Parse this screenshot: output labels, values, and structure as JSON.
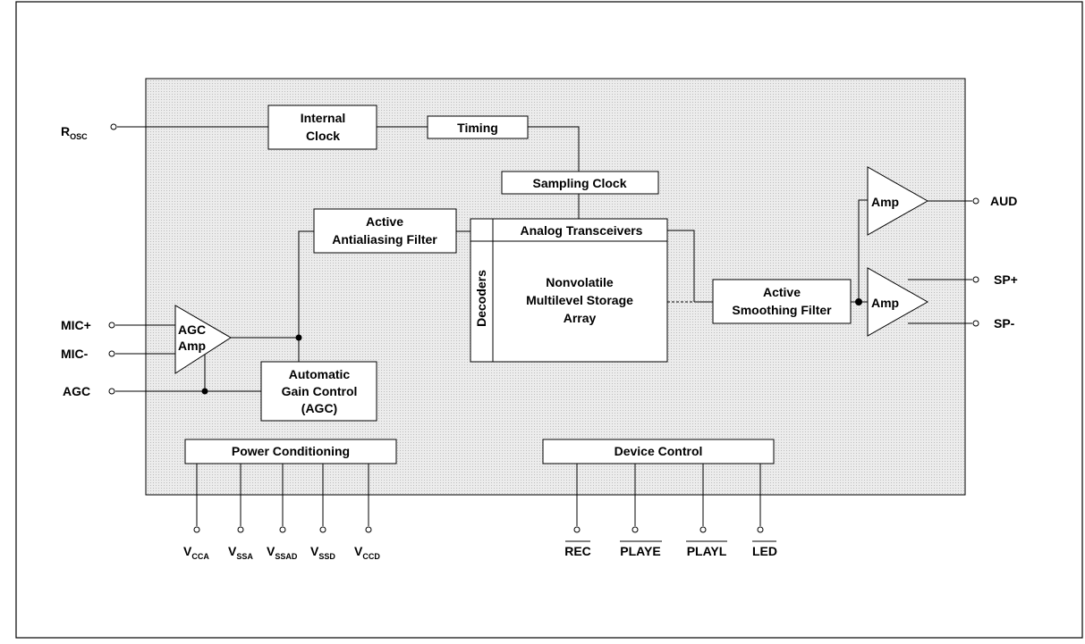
{
  "blocks": {
    "internal_clock": [
      "Internal",
      "Clock"
    ],
    "timing": "Timing",
    "sampling_clock": "Sampling Clock",
    "antialiasing_filter": [
      "Active",
      "Antialiasing Filter"
    ],
    "analog_transceivers": "Analog Transceivers",
    "decoders": "Decoders",
    "storage_array": [
      "Nonvolatile",
      "Multilevel Storage",
      "Array"
    ],
    "smoothing_filter": [
      "Active",
      "Smoothing Filter"
    ],
    "agc_amp": [
      "AGC",
      "Amp"
    ],
    "agc_block": [
      "Automatic",
      "Gain Control",
      "(AGC)"
    ],
    "power_conditioning": "Power Conditioning",
    "device_control": "Device Control",
    "amp_top": "Amp",
    "amp_bottom": "Amp"
  },
  "pins": {
    "rosc": {
      "main": "R",
      "sub": "OSC"
    },
    "mic_plus": "MIC+",
    "mic_minus": "MIC-",
    "agc": "AGC",
    "aud": "AUD",
    "sp_plus": "SP+",
    "sp_minus": "SP-",
    "power": [
      {
        "main": "V",
        "sub": "CCA"
      },
      {
        "main": "V",
        "sub": "SSA"
      },
      {
        "main": "V",
        "sub": "SSAD"
      },
      {
        "main": "V",
        "sub": "SSD"
      },
      {
        "main": "V",
        "sub": "CCD"
      }
    ],
    "control": [
      "REC",
      "PLAYE",
      "PLAYL",
      "LED"
    ]
  },
  "colors": {
    "chip_fill": "#e4e4e4",
    "line": "#000000",
    "box_fill": "#ffffff"
  }
}
